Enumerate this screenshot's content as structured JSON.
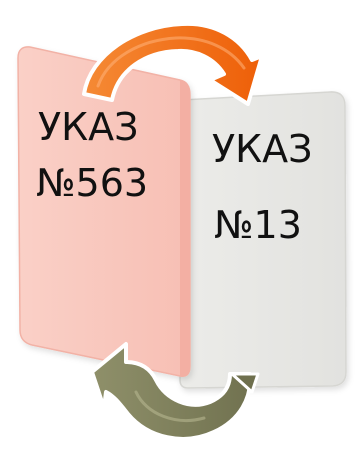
{
  "left_card": {
    "line1": "УКАЗ",
    "line2": "№563",
    "color": "#F9C7BE",
    "edge_color": "#F6B8AD"
  },
  "right_card": {
    "line1": "УКАЗ",
    "line2": "№13",
    "color": "#E9E9E6",
    "edge_color": "#D8D8D4"
  },
  "top_arrow": {
    "icon": "curved-arrow-icon",
    "color": "#F26C0E"
  },
  "bottom_arrow": {
    "icon": "curved-arrow-icon",
    "color": "#7D7E5A"
  }
}
